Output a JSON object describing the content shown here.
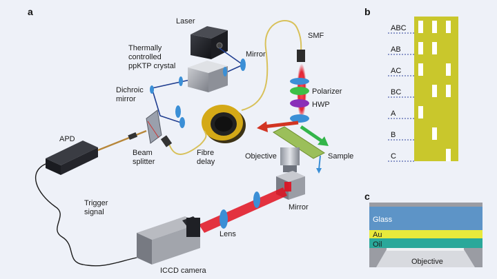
{
  "panels": {
    "a": "a",
    "b": "b",
    "c": "c"
  },
  "labels": {
    "laser": "Laser",
    "mirror_top": "Mirror",
    "crystal_1": "Thermally",
    "crystal_2": "controlled",
    "crystal_3": "ppKTP crystal",
    "smf": "SMF",
    "polarizer": "Polarizer",
    "hwp": "HWP",
    "dichroic_1": "Dichroic",
    "dichroic_2": "mirror",
    "apd": "APD",
    "beam_1": "Beam",
    "beam_2": "splitter",
    "fibre_1": "Fibre",
    "fibre_2": "delay",
    "objective": "Objective",
    "sample": "Sample",
    "trigger_1": "Trigger",
    "trigger_2": "signal",
    "mirror_bottom": "Mirror",
    "lens": "Lens",
    "iccd": "ICCD camera"
  },
  "sample_codes": [
    "ABC",
    "AB",
    "AC",
    "BC",
    "A",
    "B",
    "C"
  ],
  "layers": {
    "glass": "Glass",
    "au": "Au",
    "oil": "Oil",
    "objective": "Objective"
  },
  "colors": {
    "background": "#eef1f8",
    "beam_red": "#e8102a",
    "laser_blue": "#1f3d8f",
    "fibre_yellow": "#d8c15a",
    "sample_yellow": "#c9c72c",
    "glass": "#5d94c7",
    "au": "#e9ea3c",
    "oil": "#2aa89a",
    "polarizer_green": "#3dbf46",
    "hwp_purple": "#8a2fb8",
    "green_arrow": "#33b54a",
    "red_arrow": "#d23422",
    "lens_blue": "#3b8fd6"
  }
}
